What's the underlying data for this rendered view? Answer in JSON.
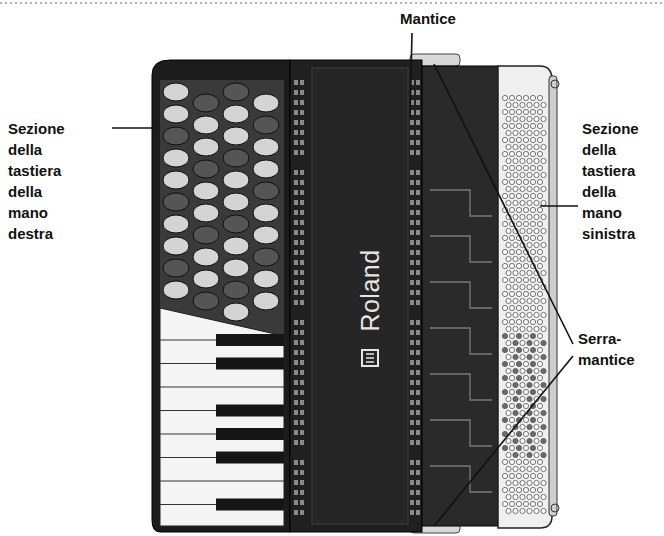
{
  "diagram": {
    "labels": [
      "Mantice",
      "Sezione della tastiera della mano destra",
      "Sezione della tastiera della mano sinistra",
      "Serra- mantice",
      "Roland"
    ]
  }
}
